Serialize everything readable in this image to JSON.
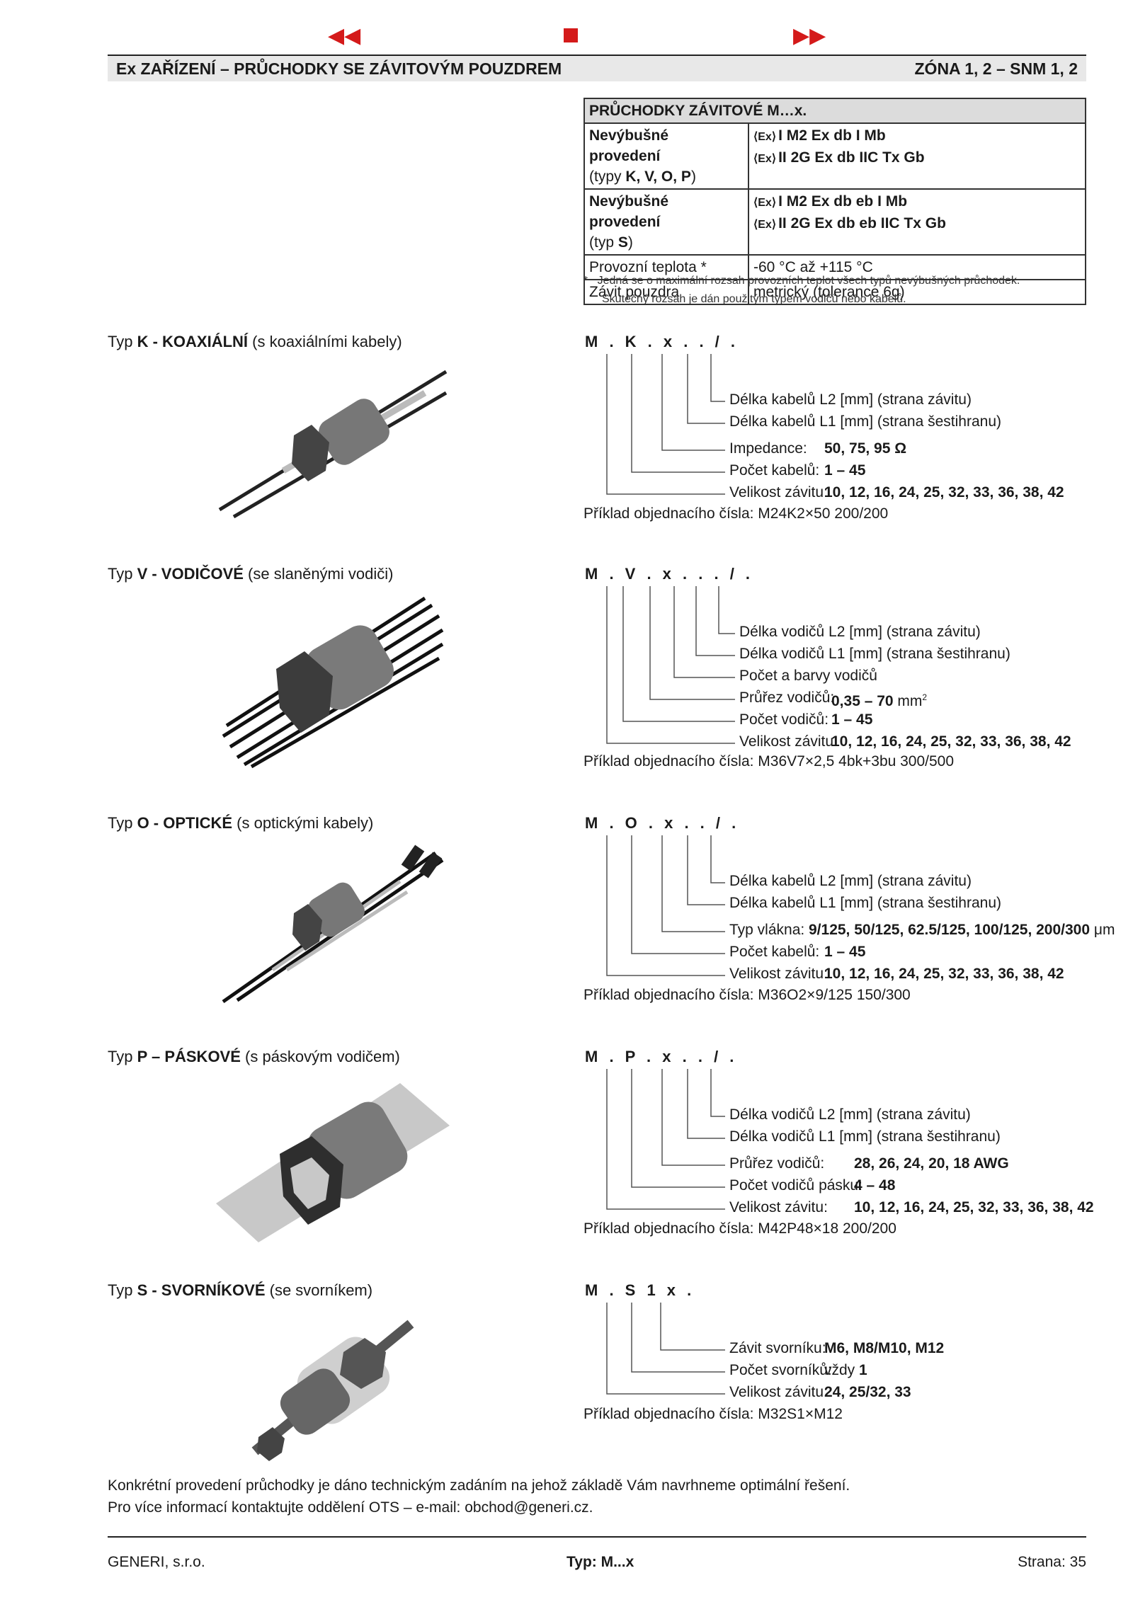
{
  "nav": {
    "prev_icon": "double-left-triangle",
    "stop_icon": "square",
    "next_icon": "double-right-triangle",
    "color": "#d41a1a"
  },
  "header": {
    "left": "Ex ZAŘÍZENÍ – PRŮCHODKY SE ZÁVITOVÝM POUZDREM",
    "right": "ZÓNA 1, 2 – SNM 1, 2"
  },
  "spec_table": {
    "title": "PRŮCHODKY ZÁVITOVÉ M…x.",
    "rows": [
      {
        "k1": "Nevýbušné provedení",
        "k2a": "(typy ",
        "k2b": "K, V, O, P",
        "k2c": ")",
        "v1": "I M2 Ex db I Mb",
        "v2": "II 2G Ex db IIC Tx Gb"
      },
      {
        "k1": "Nevýbušné provedení",
        "k2a": "(typ ",
        "k2b": "S",
        "k2c": ")",
        "v1": "I M2 Ex db eb I Mb",
        "v2": "II 2G Ex db eb IIC Tx Gb"
      },
      {
        "k": "Provozní teplota *",
        "v": "-60 °C až +115 °C"
      },
      {
        "k": "Závit pouzdra",
        "v": "metrický (tolerance 6g)"
      }
    ],
    "note_star": "*",
    "note_1": "Jedná se o maximální rozsah provozních teplot všech typů nevýbušných průchodek.",
    "note_2": "Skutečný rozsah je dán použitým typem vodičů nebo kabelů."
  },
  "types": [
    {
      "label_pre": "Typ ",
      "label_bold": "K - KOAXIÁLNÍ",
      "label_post": " (s koaxiálními kabely)",
      "code": "M . K . x .   . / .",
      "lines": [
        {
          "text": "Délka kabelů L2 [mm] (strana závitu)",
          "value": ""
        },
        {
          "text": "Délka kabelů L1 [mm] (strana šestihranu)",
          "value": ""
        },
        {
          "text": "Impedance:",
          "value": "50, 75, 95 Ω"
        },
        {
          "text": "Počet kabelů:",
          "value": "1 – 45"
        },
        {
          "text": "Velikost závitu:",
          "value": "10, 12, 16, 24, 25, 32, 33, 36, 38, 42"
        }
      ],
      "example": "Příklad objednacího čísla: M24K2×50 200/200"
    },
    {
      "label_pre": "Typ ",
      "label_bold": "V - VODIČOVÉ",
      "label_post": " (se slaněnými vodiči)",
      "code": "M . V . x . . . / .",
      "lines": [
        {
          "text": "Délka vodičů L2 [mm] (strana závitu)",
          "value": ""
        },
        {
          "text": "Délka vodičů L1 [mm] (strana šestihranu)",
          "value": ""
        },
        {
          "text": "Počet a barvy vodičů",
          "value": ""
        },
        {
          "text": "Průřez vodičů:",
          "value": "0,35 – 70",
          "unit": "mm",
          "sup": "2"
        },
        {
          "text": "Počet vodičů:",
          "value": "1 – 45"
        },
        {
          "text": "Velikost závitu:",
          "value": "10, 12, 16, 24, 25, 32, 33, 36, 38, 42"
        }
      ],
      "example": "Příklad objednacího čísla: M36V7×2,5 4bk+3bu 300/500"
    },
    {
      "label_pre": "Typ ",
      "label_bold": "O - OPTICKÉ",
      "label_post": " (s optickými kabely)",
      "code": "M . O . x .   . / .",
      "lines": [
        {
          "text": "Délka kabelů L2 [mm] (strana závitu)",
          "value": ""
        },
        {
          "text": "Délka kabelů L1 [mm] (strana šestihranu)",
          "value": ""
        },
        {
          "text": "Typ vlákna:",
          "value": "9/125, 50/125, 62.5/125, 100/125, 200/300",
          "unit": "μm"
        },
        {
          "text": "Počet kabelů:",
          "value": "1 – 45"
        },
        {
          "text": "Velikost závitu:",
          "value": "10, 12, 16, 24, 25, 32, 33, 36, 38, 42"
        }
      ],
      "example": "Příklad objednacího čísla: M36O2×9/125 150/300"
    },
    {
      "label_pre": "Typ ",
      "label_bold": "P – PÁSKOVÉ",
      "label_post": " (s páskovým vodičem)",
      "code": "M . P . x .   . / .",
      "lines": [
        {
          "text": "Délka vodičů L2 [mm] (strana závitu)",
          "value": ""
        },
        {
          "text": "Délka vodičů L1 [mm] (strana šestihranu)",
          "value": ""
        },
        {
          "text": "Průřez vodičů:",
          "value": "28, 26, 24, 20, 18 AWG"
        },
        {
          "text": "Počet vodičů pásku:",
          "value": "4 – 48"
        },
        {
          "text": "Velikost závitu:",
          "value": "10, 12, 16, 24, 25, 32, 33, 36, 38, 42"
        }
      ],
      "example": "Příklad objednacího čísla: M42P48×18 200/200"
    },
    {
      "label_pre": "Typ ",
      "label_bold": "S - SVORNÍKOVÉ",
      "label_post": " (se svorníkem)",
      "code": "M . S 1 x .",
      "lines": [
        {
          "text": "Závit svorníku:",
          "value": "M6, M8/M10, M12"
        },
        {
          "text": "Počet svorníků:",
          "value_pre": "vždy ",
          "value": "1"
        },
        {
          "text": "Velikost závitu:",
          "value": "24, 25/32, 33"
        }
      ],
      "example": "Příklad objednacího čísla: M32S1×M12"
    }
  ],
  "footnote": {
    "line1": "Konkrétní provedení průchodky je dáno technickým zadáním na jehož základě Vám navrhneme optimální řešení.",
    "line2": "Pro více informací kontaktujte oddělení OTS – e-mail: obchod@generi.cz."
  },
  "footer": {
    "left": "GENERI, s.r.o.",
    "center": "Typ: M...x",
    "right": "Strana: 35"
  }
}
